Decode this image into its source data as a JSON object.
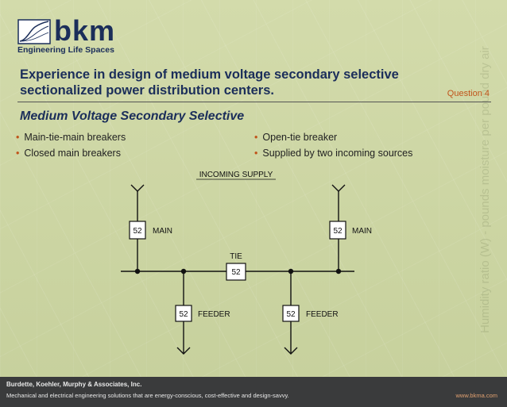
{
  "logo": {
    "word": "bkm",
    "tagline": "Engineering Life Spaces",
    "accent_color": "#1b2e5a"
  },
  "headline": {
    "line1": "Experience in design of medium voltage secondary selective",
    "line2": "sectionalized power distribution centers."
  },
  "question": "Question 4",
  "section_title": "Medium Voltage Secondary Selective",
  "bullets_left": [
    "Main-tie-main breakers",
    "Closed main breakers"
  ],
  "bullets_right": [
    "Open-tie breaker",
    "Supplied by two incoming sources"
  ],
  "diagram": {
    "incoming_label": "INCOMING SUPPLY",
    "main_left": {
      "code": "52",
      "label": "MAIN"
    },
    "main_right": {
      "code": "52",
      "label": "MAIN"
    },
    "tie": {
      "code": "52",
      "label": "TIE"
    },
    "feeder_left": {
      "code": "52",
      "label": "FEEDER"
    },
    "feeder_right": {
      "code": "52",
      "label": "FEEDER"
    }
  },
  "footer": {
    "company": "Burdette, Koehler, Murphy & Associates, Inc.",
    "description": "Mechanical and electrical engineering solutions that are energy-conscious, cost-effective and design-savvy.",
    "url": "www.bkma.com"
  },
  "colors": {
    "background": "#cdd6a6",
    "title_navy": "#1b2e5a",
    "accent_orange": "#c0541b",
    "footer_bg": "#3a3b3c"
  }
}
